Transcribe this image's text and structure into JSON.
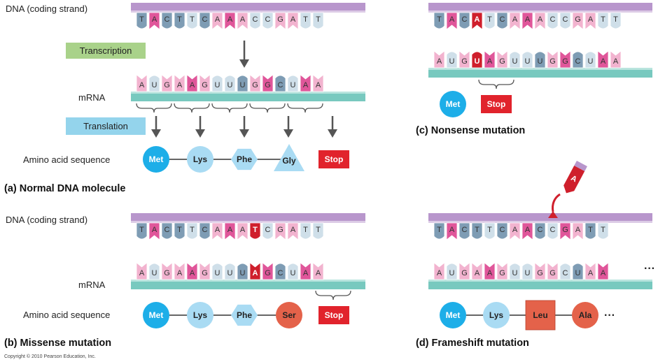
{
  "colors": {
    "dna_backbone": "#b896cc",
    "dna_backbone_light": "#dccbe6",
    "mrna_backbone": "#78c9bf",
    "mrna_backbone_light": "#b9e4de",
    "purine_dark": "#e0569a",
    "purine_light": "#f2b3cf",
    "pyrimidine_dark": "#7e9cb4",
    "pyrimidine_light": "#cfdfe9",
    "mutation": "#cf1f2c",
    "met": "#1daee8",
    "aa_light": "#a9dbf3",
    "ser": "#e4624a",
    "stop": "#e1232c",
    "transcription_box": "#a9d28a",
    "translation_box": "#94d4ec"
  },
  "panel_a": {
    "dna_label": "DNA (coding strand)",
    "dna_bases": [
      "T",
      "A",
      "C",
      "T",
      "T",
      "C",
      "A",
      "A",
      "A",
      "C",
      "C",
      "G",
      "A",
      "T",
      "T"
    ],
    "transcription_label": "Transcription",
    "mrna_label": "mRNA",
    "mrna_bases": [
      "A",
      "U",
      "G",
      "A",
      "A",
      "G",
      "U",
      "U",
      "U",
      "G",
      "G",
      "C",
      "U",
      "A",
      "A"
    ],
    "translation_label": "Translation",
    "aa_label": "Amino acid sequence",
    "amino_acids": [
      {
        "name": "Met",
        "icon": "circle",
        "color": "#1daee8"
      },
      {
        "name": "Lys",
        "icon": "circle",
        "color": "#a9dbf3"
      },
      {
        "name": "Phe",
        "icon": "hexagon",
        "color": "#a9dbf3"
      },
      {
        "name": "Gly",
        "icon": "triangle",
        "color": "#a9dbf3"
      },
      {
        "name": "Stop",
        "icon": "stop-box",
        "color": "#e1232c"
      }
    ],
    "caption": "(a) Normal DNA molecule"
  },
  "panel_b": {
    "dna_label": "DNA (coding strand)",
    "dna_bases": [
      "T",
      "A",
      "C",
      "T",
      "T",
      "C",
      "A",
      "A",
      "A",
      "T",
      "C",
      "G",
      "A",
      "T",
      "T"
    ],
    "mrna_label": "mRNA",
    "mrna_bases": [
      "A",
      "U",
      "G",
      "A",
      "A",
      "G",
      "U",
      "U",
      "U",
      "A",
      "G",
      "C",
      "U",
      "A",
      "A"
    ],
    "mutation_index": 9,
    "aa_label": "Amino acid sequence",
    "amino_acids": [
      {
        "name": "Met",
        "icon": "circle",
        "color": "#1daee8"
      },
      {
        "name": "Lys",
        "icon": "circle",
        "color": "#a9dbf3"
      },
      {
        "name": "Phe",
        "icon": "hexagon",
        "color": "#a9dbf3"
      },
      {
        "name": "Ser",
        "icon": "circle",
        "color": "#e4624a"
      },
      {
        "name": "Stop",
        "icon": "stop-box",
        "color": "#e1232c"
      }
    ],
    "caption": "(b) Missense mutation"
  },
  "panel_c": {
    "dna_bases": [
      "T",
      "A",
      "C",
      "A",
      "T",
      "C",
      "A",
      "A",
      "A",
      "C",
      "C",
      "G",
      "A",
      "T",
      "T"
    ],
    "mrna_bases": [
      "A",
      "U",
      "G",
      "U",
      "A",
      "G",
      "U",
      "U",
      "U",
      "G",
      "G",
      "C",
      "U",
      "A",
      "A"
    ],
    "mutation_index": 3,
    "amino_acids": [
      {
        "name": "Met",
        "icon": "circle",
        "color": "#1daee8"
      },
      {
        "name": "Stop",
        "icon": "stop-box",
        "color": "#e1232c"
      }
    ],
    "caption": "(c) Nonsense mutation"
  },
  "panel_d": {
    "dna_bases": [
      "T",
      "A",
      "C",
      "T",
      "T",
      "C",
      "A",
      "A",
      "C",
      "C",
      "G",
      "A",
      "T",
      "T"
    ],
    "mrna_bases": [
      "A",
      "U",
      "G",
      "A",
      "A",
      "G",
      "U",
      "U",
      "G",
      "G",
      "C",
      "U",
      "A",
      "A"
    ],
    "mrna_trailing": "···",
    "removed_base": "A",
    "amino_acids": [
      {
        "name": "Met",
        "icon": "circle",
        "color": "#1daee8"
      },
      {
        "name": "Lys",
        "icon": "circle",
        "color": "#a9dbf3"
      },
      {
        "name": "Leu",
        "icon": "square",
        "color": "#e4624a"
      },
      {
        "name": "Ala",
        "icon": "circle",
        "color": "#e4624a"
      }
    ],
    "aa_trailing": "···",
    "caption": "(d) Frameshift mutation"
  },
  "copyright": "Copyright © 2010 Pearson Education, Inc."
}
